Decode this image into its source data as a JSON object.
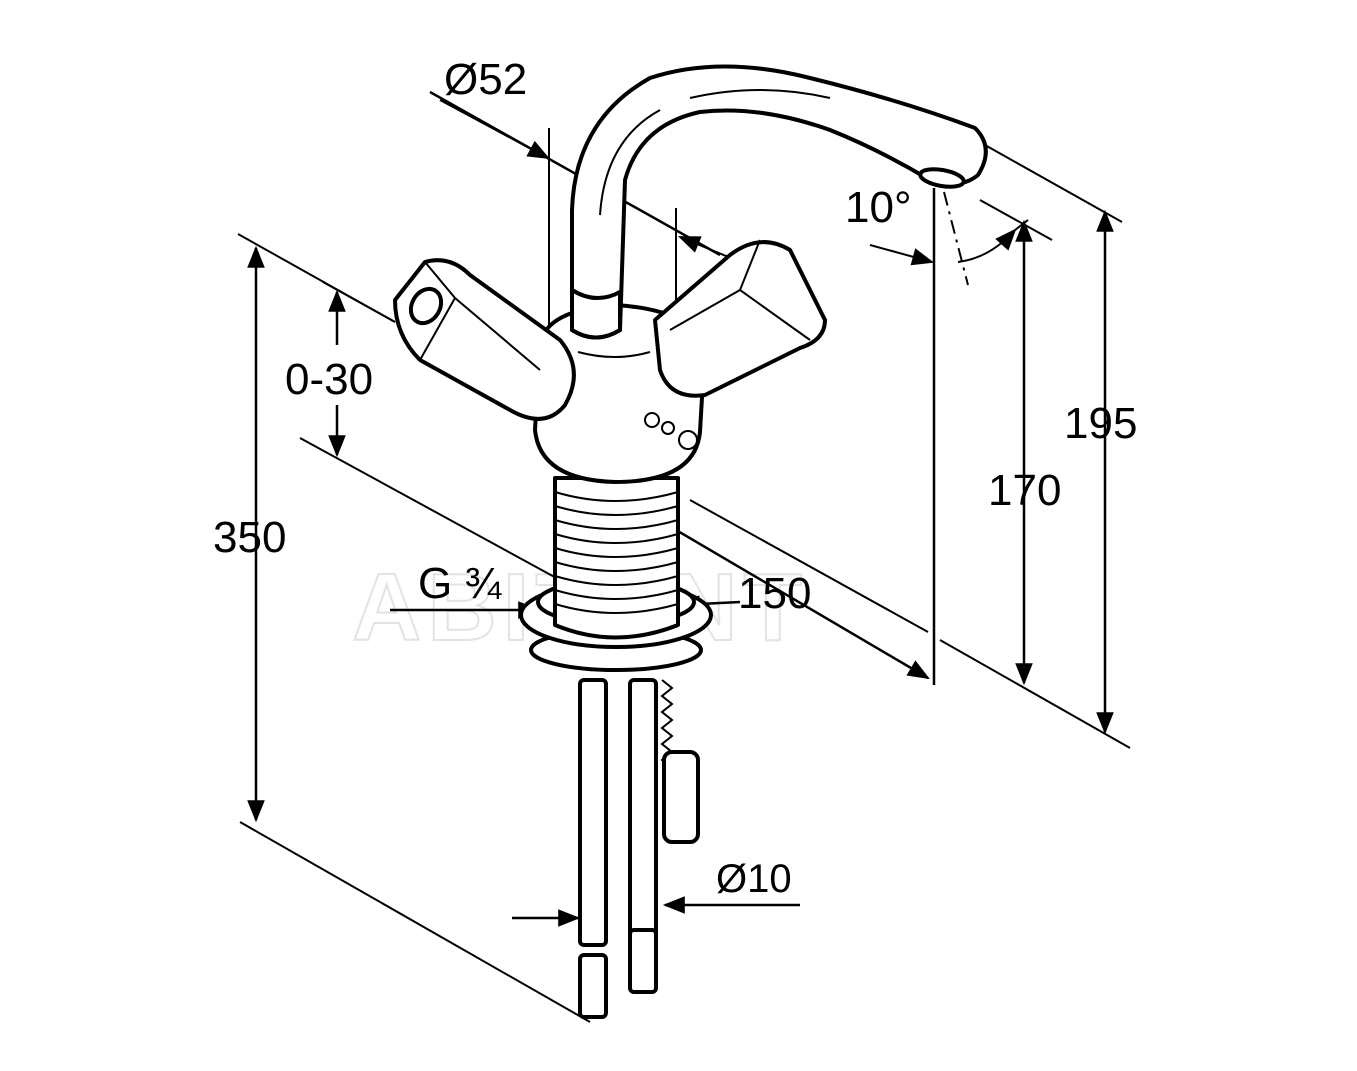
{
  "drawing": {
    "watermark": "ABITANT",
    "dimensions": {
      "spout_diameter": "Ø52",
      "spout_angle": "10°",
      "lever_travel": "0-30",
      "total_height": "350",
      "thread": "G ¾",
      "reach": "150",
      "outlet_height": "170",
      "overall_height": "195",
      "hose_diameter": "Ø10"
    }
  }
}
